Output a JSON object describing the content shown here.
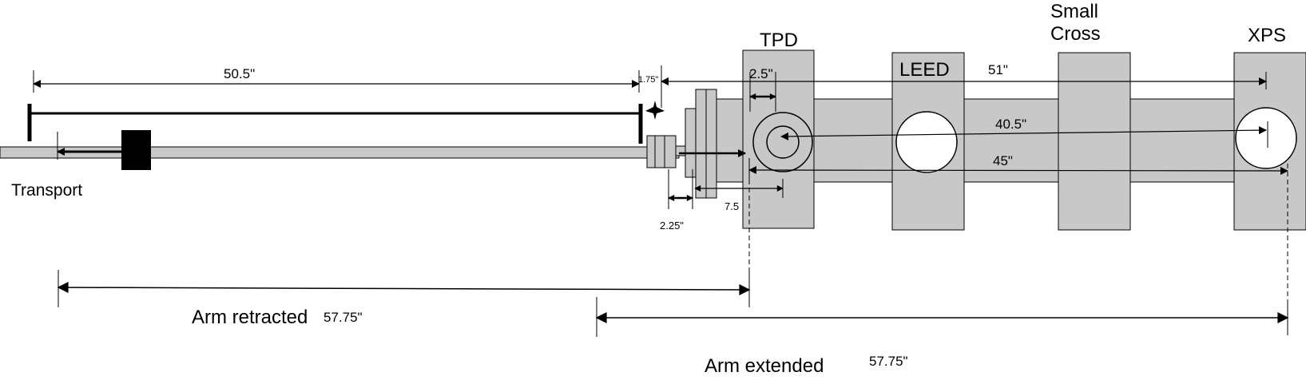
{
  "chambers": {
    "tpd": "TPD",
    "leed": "LEED",
    "small_cross_line1": "Small",
    "small_cross_line2": "Cross",
    "xps": "XPS"
  },
  "labels": {
    "transport": "Transport",
    "arm_retracted": "Arm retracted",
    "arm_extended": "Arm extended"
  },
  "dimensions": {
    "d_50_5": "50.5\"",
    "d_1_75": "1.75\"",
    "d_2_5": "2.5\"",
    "d_51": "51\"",
    "d_40_5": "40.5\"",
    "d_45": "45\"",
    "d_7_5": "7.5",
    "d_2_25": "2.25\"",
    "retracted_len": "57.75\"",
    "extended_len": "57.75\""
  },
  "colors": {
    "chamber_fill": "#c8c8c8",
    "line": "#000000",
    "background": "#ffffff"
  }
}
